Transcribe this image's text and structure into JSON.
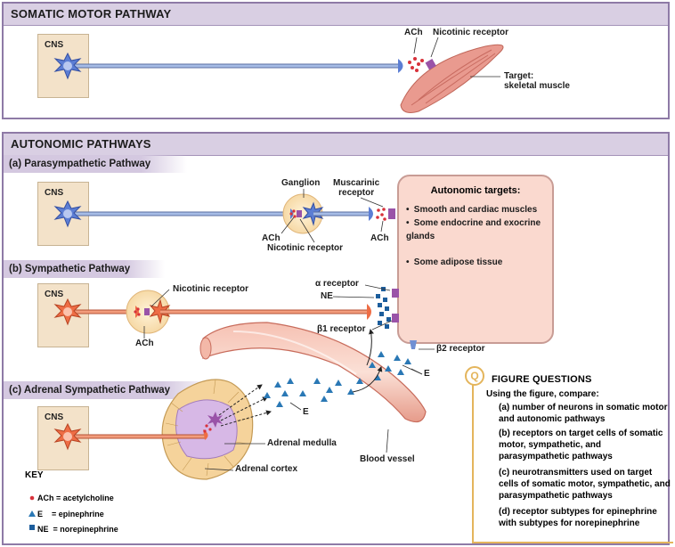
{
  "somatic": {
    "title": "SOMATIC MOTOR PATHWAY",
    "cns": "CNS",
    "ach": "ACh",
    "receptor": "Nicotinic receptor",
    "target": "Target:\nskeletal muscle"
  },
  "autonomic": {
    "title": "AUTONOMIC PATHWAYS",
    "para": {
      "title": "(a) Parasympathetic Pathway",
      "cns": "CNS",
      "ganglion": "Ganglion",
      "muscarinic": "Muscarinic\nreceptor",
      "ach1": "ACh",
      "ach2": "ACh",
      "nicotinic": "Nicotinic receptor"
    },
    "symp": {
      "title": "(b) Sympathetic Pathway",
      "cns": "CNS",
      "nicotinic": "Nicotinic receptor",
      "ach": "ACh",
      "alpha": "α receptor",
      "ne": "NE",
      "beta1": "β1 receptor",
      "beta2": "β2 receptor",
      "e": "E"
    },
    "adrenal": {
      "title": "(c) Adrenal Sympathetic Pathway",
      "cns": "CNS",
      "e": "E",
      "medulla": "Adrenal medulla",
      "cortex": "Adrenal cortex",
      "vessel": "Blood vessel"
    },
    "targets": {
      "title": "Autonomic targets:",
      "items": [
        "Smooth and cardiac muscles",
        "Some endocrine and exocrine glands",
        "Some adipose tissue"
      ]
    }
  },
  "key": {
    "title": "KEY",
    "ach": "ACh = acetylcholine",
    "e": "E    = epinephrine",
    "ne": "NE  = norepinephrine"
  },
  "figure_questions": {
    "icon": "Q",
    "title": "FIGURE QUESTIONS",
    "intro": "Using the figure, compare:",
    "questions": [
      "(a) number of neurons in somatic motor and autonomic pathways",
      "(b) receptors on target cells of somatic motor, sympathetic, and parasympathetic pathways",
      "(c) neurotransmitters used on target cells of somatic motor, sympathetic, and parasympathetic pathways",
      "(d) receptor subtypes for epinephrine with subtypes for norepinephrine"
    ]
  },
  "colors": {
    "panel_border": "#8e7aa6",
    "header_bg": "#d9cfe3",
    "blue_axon": "#8ea7d6",
    "orange_axon": "#ee8a66",
    "ach": "#d8323b",
    "e": "#2a78b5",
    "ne": "#1c5d9c",
    "target_bg": "#fad9cf",
    "fq_accent": "#e4b55c"
  }
}
